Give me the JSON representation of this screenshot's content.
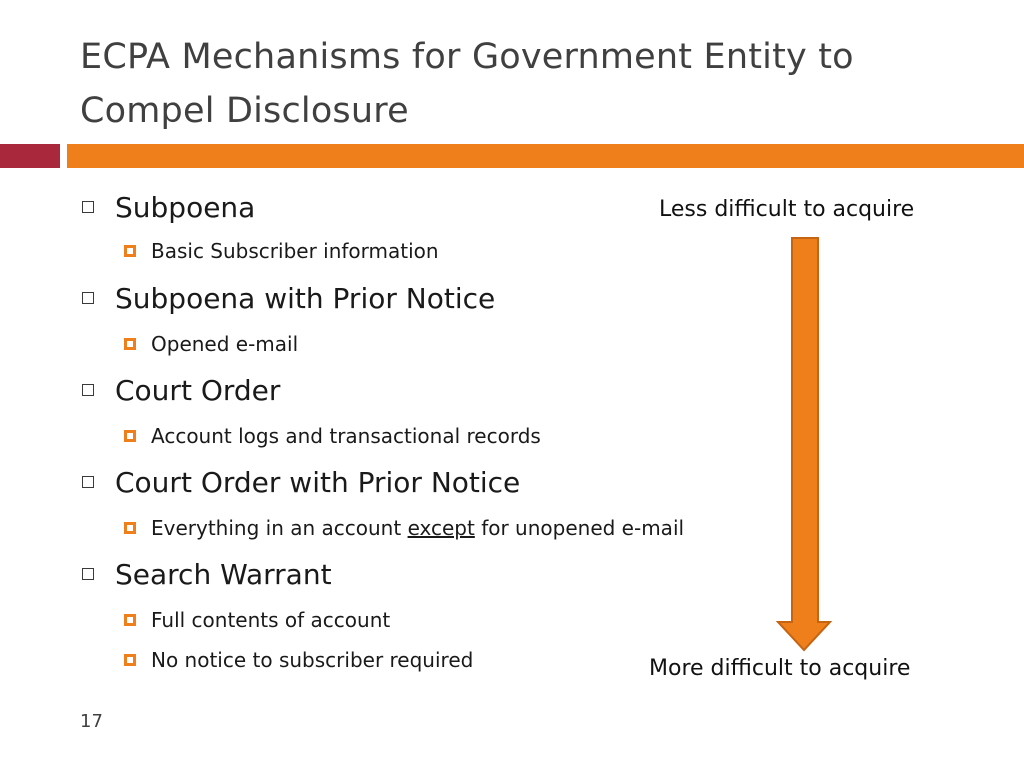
{
  "slide": {
    "title": "ECPA Mechanisms for Government Entity to Compel Disclosure",
    "page_number": "17"
  },
  "bullets": [
    {
      "label": "Subpoena",
      "sub": [
        {
          "text": "Basic Subscriber information"
        }
      ]
    },
    {
      "label": "Subpoena with Prior Notice",
      "sub": [
        {
          "text": "Opened e-mail"
        }
      ]
    },
    {
      "label": "Court Order",
      "sub": [
        {
          "text": "Account logs and transactional records"
        }
      ]
    },
    {
      "label": "Court Order with Prior Notice",
      "sub": [
        {
          "pre": "Everything in an account ",
          "emph": "except",
          "post": " for unopened e-mail"
        }
      ]
    },
    {
      "label": "Search Warrant",
      "sub": [
        {
          "text": "Full contents of account"
        },
        {
          "text": "No notice to subscriber required"
        }
      ]
    }
  ],
  "arrow": {
    "top_label": "Less difficult to acquire",
    "bottom_label": "More difficult to acquire",
    "fill_color": "#ef7f1a",
    "stroke_color": "#c56412"
  },
  "colors": {
    "accent_orange": "#ef7f1a",
    "accent_red": "#a9283c",
    "title_gray": "#404040"
  }
}
